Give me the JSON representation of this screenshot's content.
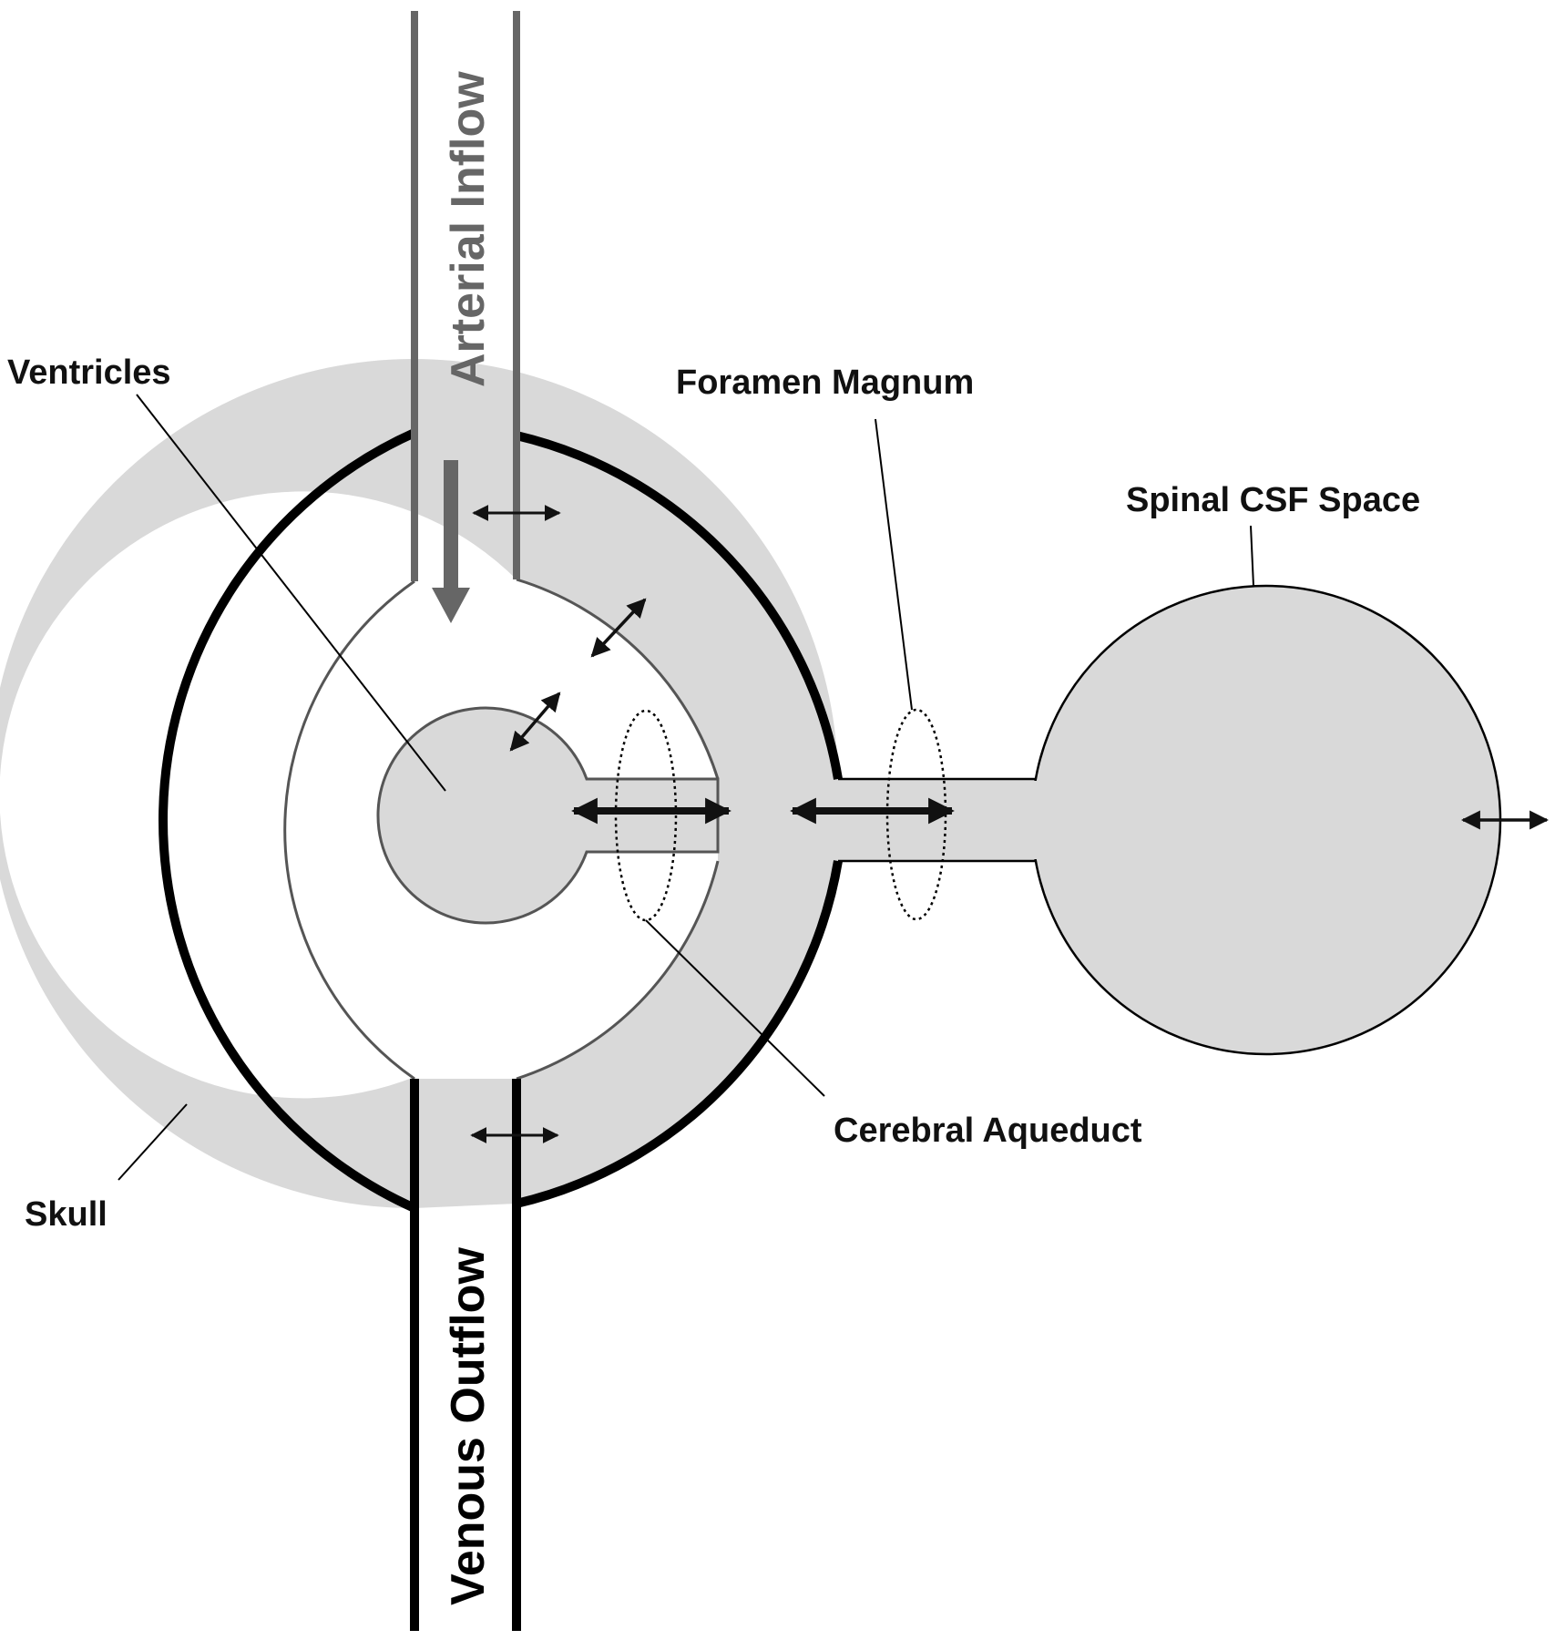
{
  "labels": {
    "ventricles": "Ventricles",
    "foramen_magnum": "Foramen Magnum",
    "spinal_csf_space": "Spinal CSF Space",
    "cerebral_aqueduct": "Cerebral Aqueduct",
    "skull": "Skull",
    "arterial_inflow": "Arterial Inflow",
    "venous_outflow": "Venous Outflow"
  },
  "colors": {
    "csf_fill": "#d9d9d9",
    "skull_stroke": "#000000",
    "arterial_color": "#666666",
    "venous_color": "#000000",
    "arrow_color": "#111111"
  }
}
